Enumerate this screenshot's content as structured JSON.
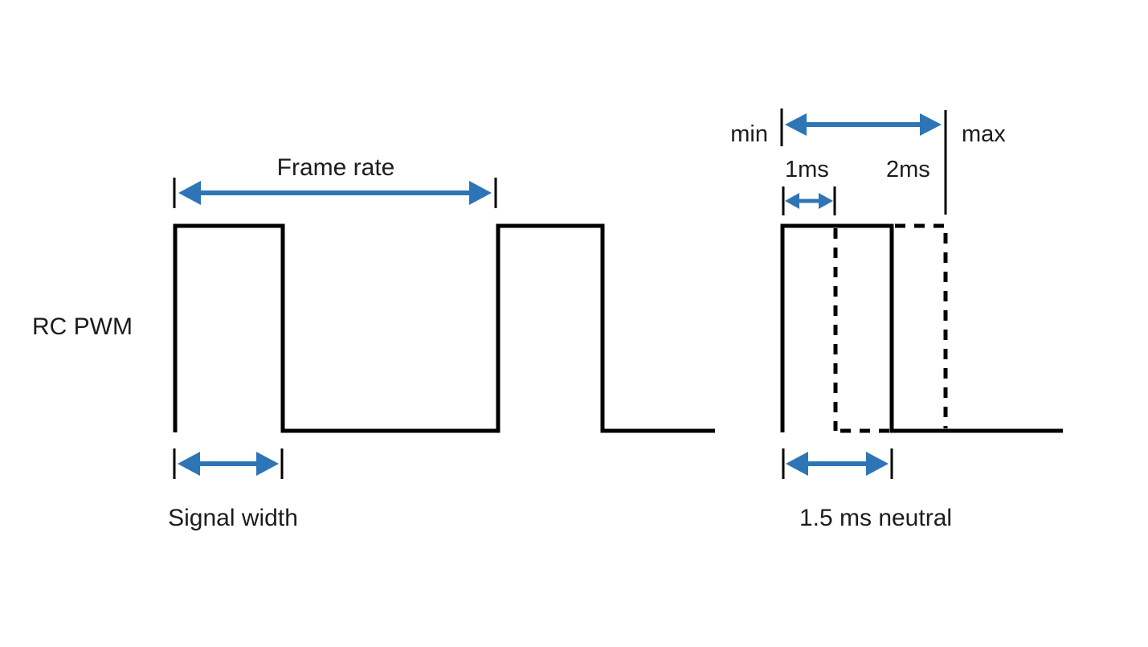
{
  "diagram": {
    "background": "#ffffff",
    "colors": {
      "waveform": "#000000",
      "arrow": "#2e75b6",
      "text": "#1c1c1c"
    },
    "left_panel": {
      "signal_label": "RC PWM",
      "frame_rate_label": "Frame rate",
      "signal_width_label": "Signal width"
    },
    "right_panel": {
      "min_label": "min",
      "max_label": "max",
      "min_time_label": "1ms",
      "max_time_label": "2ms",
      "neutral_label": "1.5 ms neutral"
    }
  }
}
